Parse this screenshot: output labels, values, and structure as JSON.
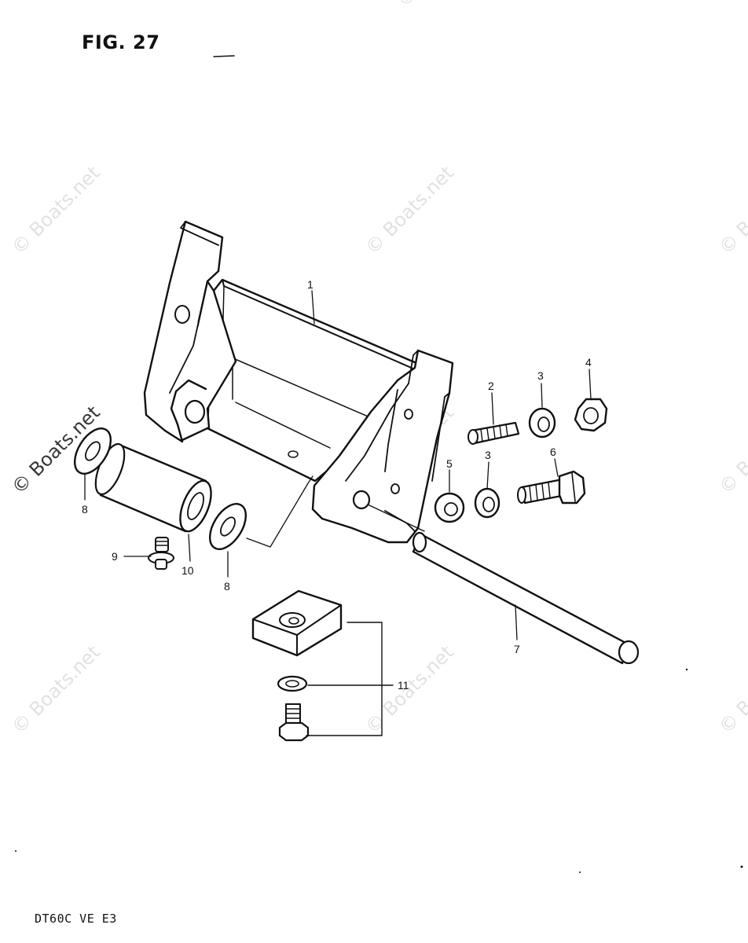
{
  "figure": {
    "title": "FIG. 27",
    "model_code": "DT60C VE E3"
  },
  "watermark": {
    "text": "© Boats.net"
  },
  "parts": [
    {
      "num": "1"
    },
    {
      "num": "2"
    },
    {
      "num": "3"
    },
    {
      "num": "4"
    },
    {
      "num": "3"
    },
    {
      "num": "5"
    },
    {
      "num": "6"
    },
    {
      "num": "7"
    },
    {
      "num": "8"
    },
    {
      "num": "8"
    },
    {
      "num": "9"
    },
    {
      "num": "10"
    },
    {
      "num": "11"
    }
  ]
}
